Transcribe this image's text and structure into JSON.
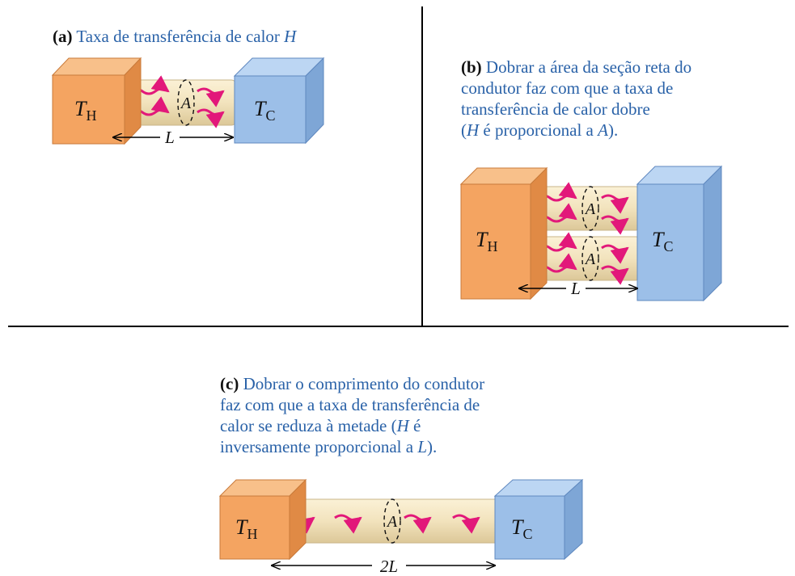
{
  "panels": {
    "a": {
      "label": "(a)",
      "caption_lines": [
        [
          {
            "t": "Taxa de transferência de calor "
          },
          {
            "t": "H",
            "i": true
          }
        ]
      ],
      "hot_symbol": "T",
      "hot_subscript": "H",
      "cold_symbol": "T",
      "cold_subscript": "C",
      "area_symbol": "A",
      "length_label": "L"
    },
    "b": {
      "label": "(b)",
      "caption_lines": [
        [
          {
            "t": "Dobrar a área da seção reta do"
          }
        ],
        [
          {
            "t": "condutor faz com que a taxa de"
          }
        ],
        [
          {
            "t": "transferência de calor dobre"
          }
        ],
        [
          {
            "t": "("
          },
          {
            "t": "H",
            "i": true
          },
          {
            "t": " é proporcional a "
          },
          {
            "t": "A",
            "i": true
          },
          {
            "t": ")."
          }
        ]
      ],
      "hot_symbol": "T",
      "hot_subscript": "H",
      "cold_symbol": "T",
      "cold_subscript": "C",
      "area_symbol": "A",
      "length_label": "L"
    },
    "c": {
      "label": "(c)",
      "caption_lines": [
        [
          {
            "t": "Dobrar o comprimento do condutor"
          }
        ],
        [
          {
            "t": "faz com que a taxa de transferência de"
          }
        ],
        [
          {
            "t": "calor se reduza à metade ("
          },
          {
            "t": "H",
            "i": true
          },
          {
            "t": " é"
          }
        ],
        [
          {
            "t": "inversamente proporcional a "
          },
          {
            "t": "L",
            "i": true
          },
          {
            "t": ")."
          }
        ]
      ],
      "hot_symbol": "T",
      "hot_subscript": "H",
      "cold_symbol": "T",
      "cold_subscript": "C",
      "area_symbol": "A",
      "length_label": "2L"
    }
  },
  "colors": {
    "hot_front": "#f4a461",
    "hot_top": "#f8c08a",
    "hot_side": "#e08a45",
    "cold_front": "#9cbfe8",
    "cold_top": "#bcd6f3",
    "cold_side": "#7ea6d6",
    "rod": "#f2e3bd",
    "rod_edge": "#c9b58a",
    "arrow": "#e2187a",
    "caption": "#2a62a8",
    "divider": "#000000"
  }
}
